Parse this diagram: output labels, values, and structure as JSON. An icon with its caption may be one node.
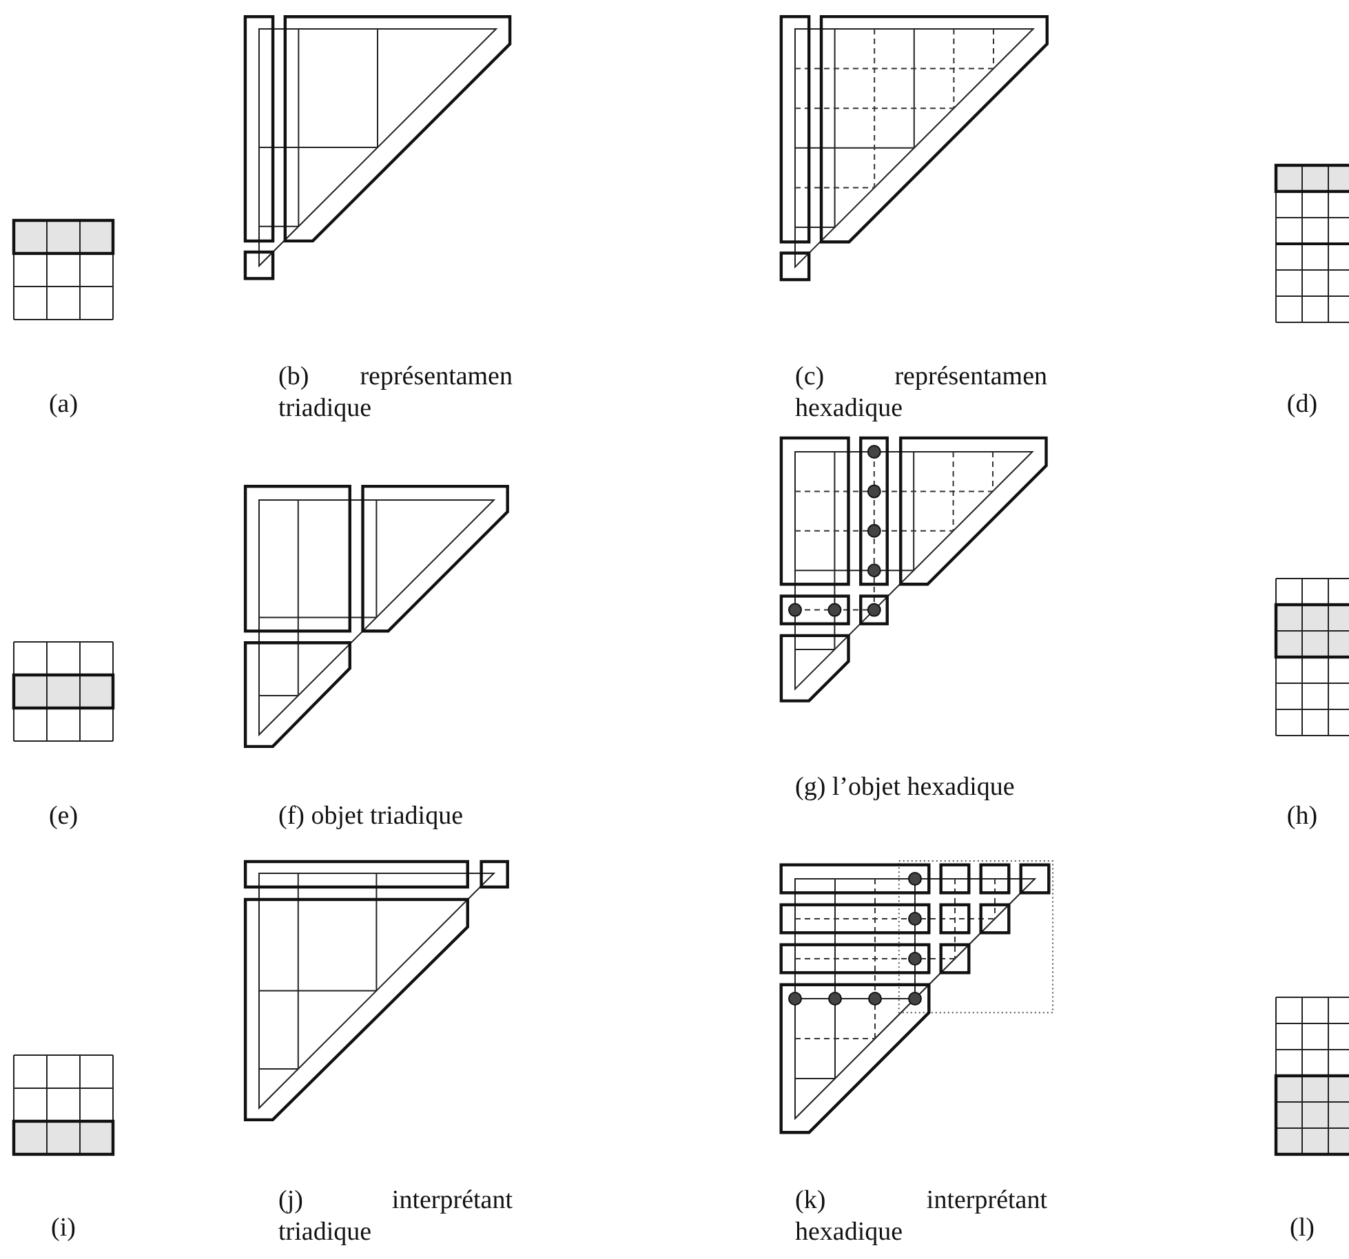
{
  "diagram": {
    "labels": [
      "(a)",
      "(b) représentamen triadique",
      "(c) représentamen hexadique",
      "(d)",
      "(e)",
      "(f) objet triadique",
      "(g) l’objet hexadique",
      "(h)",
      "(i)",
      "(j) interprétant triadique",
      "(k) interprétant hexadique",
      "(l)"
    ]
  }
}
